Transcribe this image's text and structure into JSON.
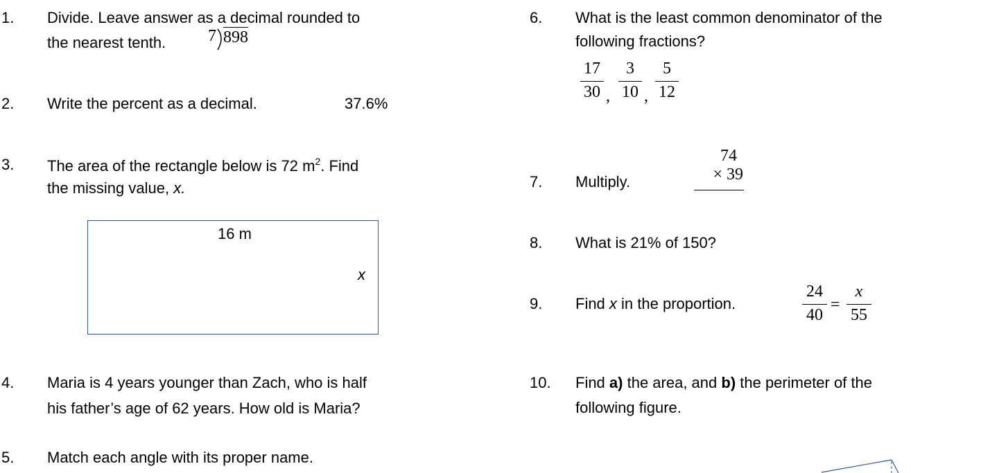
{
  "questions": {
    "q1": {
      "number": "1.",
      "line1": "Divide. Leave answer as a decimal rounded to",
      "line2": "the nearest tenth.",
      "divisor": "7",
      "dividend": "898"
    },
    "q2": {
      "number": "2.",
      "text": "Write the percent as a decimal.",
      "value": "37.6%"
    },
    "q3": {
      "number": "3.",
      "line1_pre": "The area of the rectangle below is 72 m",
      "line1_sup": "2",
      "line1_post": ". Find",
      "line2_pre": "the missing value, ",
      "line2_var": "x.",
      "width_label": "16 m",
      "side_label": "x"
    },
    "q4": {
      "number": "4.",
      "line1": "Maria is 4 years younger than Zach, who is half",
      "line2": "his father’s age of 62 years. How old is Maria?"
    },
    "q5": {
      "number": "5.",
      "text": "Match each angle with its proper name."
    },
    "q6": {
      "number": "6.",
      "line1": "What is the least common denominator of the",
      "line2": "following fractions?",
      "fractions": [
        {
          "num": "17",
          "den": "30",
          "sep": ","
        },
        {
          "num": "3",
          "den": "10",
          "sep": ","
        },
        {
          "num": "5",
          "den": "12",
          "sep": ""
        }
      ]
    },
    "q7": {
      "number": "7.",
      "text": "Multiply.",
      "top": "74",
      "bottom": "× 39"
    },
    "q8": {
      "number": "8.",
      "text": "What is 21% of 150?"
    },
    "q9": {
      "number": "9.",
      "text_pre": "Find ",
      "text_var": "x",
      "text_post": " in the proportion.",
      "left_num": "24",
      "left_den": "40",
      "equals": "=",
      "right_num": "x",
      "right_den": "55"
    },
    "q10": {
      "number": "10.",
      "line1_pre": "Find ",
      "line1_a": "a)",
      "line1_mid": " the area, and ",
      "line1_b": "b)",
      "line1_post": " the perimeter of the",
      "line2": "following figure."
    }
  },
  "colors": {
    "rectangle_border": "#2f5597",
    "figure_stroke": "#2f5597"
  }
}
